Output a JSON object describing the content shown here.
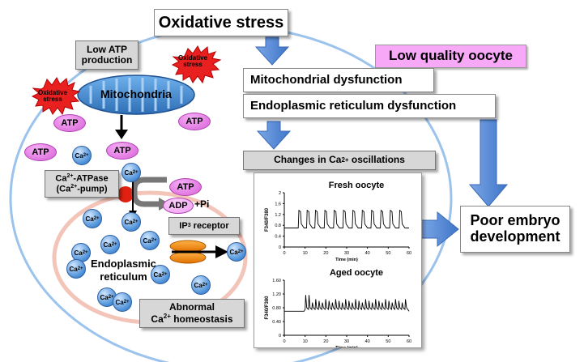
{
  "title": "Oxidative stress",
  "low_quality": "Low quality oocyte",
  "low_atp": [
    "Low ATP",
    "production"
  ],
  "oxidative_burst": [
    "Oxidative",
    "stress"
  ],
  "mitochondria": "Mitochondria",
  "atp": "ATP",
  "adp": "ADP",
  "pi": "+Pi",
  "ca_ion": "Ca",
  "ca_charge": "2+",
  "ca_pump": [
    "Ca",
    "2+",
    "-ATPase",
    "(Ca",
    "2+",
    "-pump)"
  ],
  "ip3_receptor": [
    "IP",
    "3",
    " receptor"
  ],
  "er_label": [
    "Endoplasmic",
    "reticulum"
  ],
  "abnormal": [
    "Abnormal",
    "Ca",
    "2+",
    " homeostasis"
  ],
  "mito_dysfunction": "Mitochondrial dysfunction",
  "er_dysfunction": "Endoplasmic reticulum dysfunction",
  "changes": [
    "Changes in Ca",
    "2+",
    " oscillations"
  ],
  "poor_embryo": [
    "Poor embryo",
    "development"
  ],
  "colors": {
    "arrow_blue": "#4f86d6",
    "pill_pink": "#e070e0",
    "ca_blue": "#4a8fd8",
    "er_red": "#e02010",
    "ip3_orange": "#f08a10",
    "burst_red": "#e82020",
    "pink_box": "#f7a8f7"
  },
  "chart_data": [
    {
      "type": "line",
      "title": "Fresh oocyte",
      "ylabel": "F340/F380",
      "xlabel": "Time (min)",
      "xlim": [
        0,
        60
      ],
      "ylim": [
        0,
        2
      ],
      "xticks": [
        "0",
        "10",
        "20",
        "30",
        "40",
        "50",
        "60"
      ],
      "yticks": [
        "0",
        "0.4",
        "0.8",
        "1.2",
        "1.6",
        "2"
      ],
      "baseline": 0.7,
      "peak": 1.35,
      "spike_times": [
        7,
        11,
        15,
        19.5,
        24,
        28.5,
        33,
        37.5,
        42,
        46.5,
        51,
        55.5
      ]
    },
    {
      "type": "line",
      "title": "Aged oocyte",
      "ylabel": "F340/F380",
      "xlabel": "Time (min)",
      "xlim": [
        0,
        60
      ],
      "ylim": [
        0,
        1.6
      ],
      "xticks": [
        "0",
        "10",
        "20",
        "30",
        "40",
        "50",
        "60"
      ],
      "yticks": [
        "0",
        "0.40",
        "0.80",
        "1.20",
        "1.60"
      ],
      "baseline": 0.7,
      "peak": 1.05,
      "spike_start": 10,
      "spike_period": 1.6
    }
  ]
}
